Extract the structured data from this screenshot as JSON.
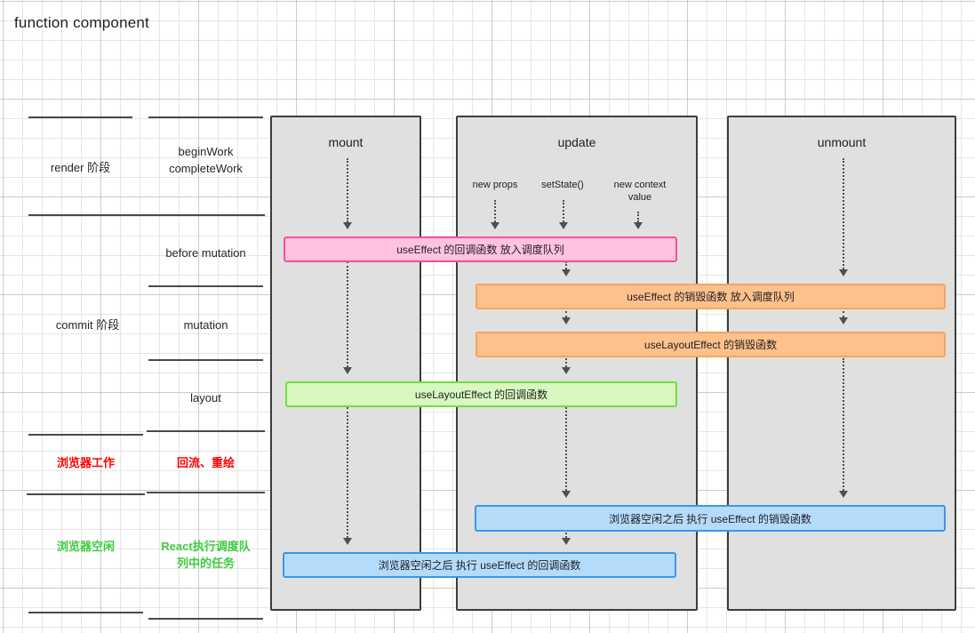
{
  "title": "function component",
  "phases": [
    {
      "label": "render 阶段",
      "color": "default"
    },
    {
      "label": "commit 阶段",
      "color": "default"
    },
    {
      "label": "浏览器工作",
      "color": "red"
    },
    {
      "label": "浏览器空闲",
      "color": "green"
    }
  ],
  "steps": [
    {
      "label": "beginWork\ncompleteWork",
      "color": "default"
    },
    {
      "label": "before mutation",
      "color": "default"
    },
    {
      "label": "mutation",
      "color": "default"
    },
    {
      "label": "layout",
      "color": "default"
    },
    {
      "label": "回流、重绘",
      "color": "red"
    },
    {
      "label": "React执行调度队\n列中的任务",
      "color": "green"
    }
  ],
  "columns": [
    {
      "key": "mount",
      "title": "mount"
    },
    {
      "key": "update",
      "title": "update"
    },
    {
      "key": "unmount",
      "title": "unmount"
    }
  ],
  "triggers": [
    {
      "label": "new props"
    },
    {
      "label": "setState()"
    },
    {
      "label": "new context\nvalue"
    }
  ],
  "boxes": [
    {
      "id": "effect-create-queue",
      "text": "useEffect 的回调函数 放入调度队列",
      "color": "pink"
    },
    {
      "id": "effect-destroy-queue",
      "text": "useEffect 的销毁函数 放入调度队列",
      "color": "orange"
    },
    {
      "id": "layouteffect-destroy",
      "text": "useLayoutEffect 的销毁函数",
      "color": "orange"
    },
    {
      "id": "layouteffect-create",
      "text": "useLayoutEffect 的回调函数",
      "color": "green"
    },
    {
      "id": "idle-effect-destroy",
      "text": "浏览器空闲之后 执行 useEffect 的销毁函数",
      "color": "blue"
    },
    {
      "id": "idle-effect-create",
      "text": "浏览器空闲之后 执行 useEffect 的回调函数",
      "color": "blue"
    }
  ],
  "colors": {
    "pink_fill": "#ffc2e0",
    "pink_border": "#f74fa0",
    "orange_fill": "#ffc18c",
    "orange_border": "#f5a55c",
    "green_fill": "#d8f8c0",
    "green_border": "#6ee03b",
    "blue_fill": "#b5dbfb",
    "blue_border": "#3b97e8",
    "column_fill": "#e0e0e0",
    "column_border": "#3d3d3d",
    "red_text": "#ff0000",
    "green_text": "#3ecb3e"
  }
}
